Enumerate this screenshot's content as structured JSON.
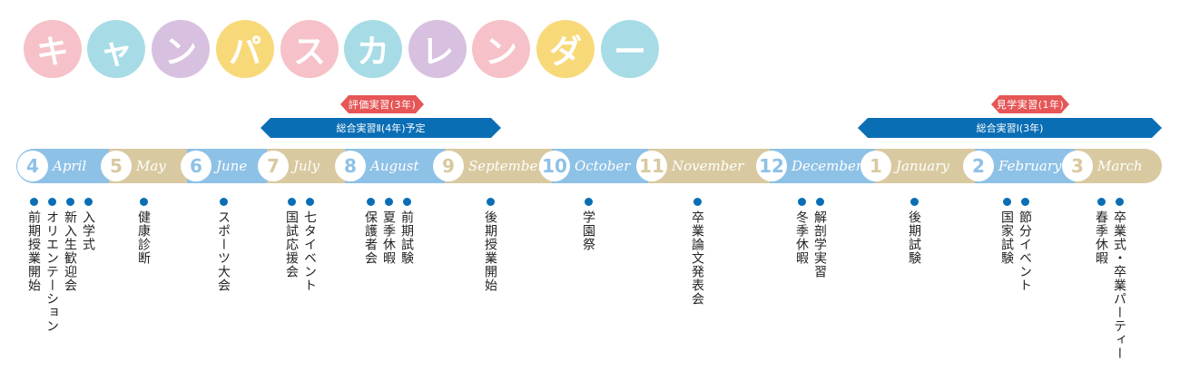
{
  "title": {
    "chars": [
      "キ",
      "ャ",
      "ン",
      "パ",
      "ス",
      "カ",
      "レ",
      "ン",
      "ダ",
      "ー"
    ],
    "colors": [
      "#f6c1c8",
      "#a7dce6",
      "#d8c0e0",
      "#f8d97a",
      "#f6c1c8",
      "#a7dce6",
      "#d8c0e0",
      "#f6c1c8",
      "#f8d97a",
      "#a7dce6"
    ]
  },
  "red_tags": [
    {
      "label": "評価実習(3年)"
    },
    {
      "label": "見学実習(1年)"
    }
  ],
  "blue_bars": [
    {
      "label": "総合実習Ⅱ(4年)予定"
    },
    {
      "label": "総合実習Ⅰ(3年)"
    }
  ],
  "colors": {
    "blue": "#8ec1e6",
    "tan": "#d9c9a0",
    "dot": "#0a6eb5"
  },
  "months": [
    {
      "num": "4",
      "name": "April",
      "bg": "blue"
    },
    {
      "num": "5",
      "name": "May",
      "bg": "tan"
    },
    {
      "num": "6",
      "name": "June",
      "bg": "blue"
    },
    {
      "num": "7",
      "name": "July",
      "bg": "tan"
    },
    {
      "num": "8",
      "name": "August",
      "bg": "blue"
    },
    {
      "num": "9",
      "name": "September",
      "bg": "tan"
    },
    {
      "num": "10",
      "name": "October",
      "bg": "blue"
    },
    {
      "num": "11",
      "name": "November",
      "bg": "tan"
    },
    {
      "num": "12",
      "name": "December",
      "bg": "blue"
    },
    {
      "num": "1",
      "name": "January",
      "bg": "tan"
    },
    {
      "num": "2",
      "name": "February",
      "bg": "blue"
    },
    {
      "num": "3",
      "name": "March",
      "bg": "tan"
    }
  ],
  "events": [
    [
      "入学式",
      "新入生歓迎会",
      "オリエンテーション",
      "前期授業開始"
    ],
    [
      "健康診断"
    ],
    [
      "スポーツ大会"
    ],
    [
      "七タイベント",
      "国試応援会"
    ],
    [
      "前期試験",
      "夏季休暇",
      "保護者会"
    ],
    [
      "後期授業開始"
    ],
    [
      "学園祭"
    ],
    [
      "卒業論文発表会"
    ],
    [
      "解剖学実習",
      "冬季休暇"
    ],
    [
      "後期試験"
    ],
    [
      "節分イベント",
      "国家試験"
    ],
    [
      "卒業式・卒業パーティー",
      "春季休暇"
    ]
  ]
}
